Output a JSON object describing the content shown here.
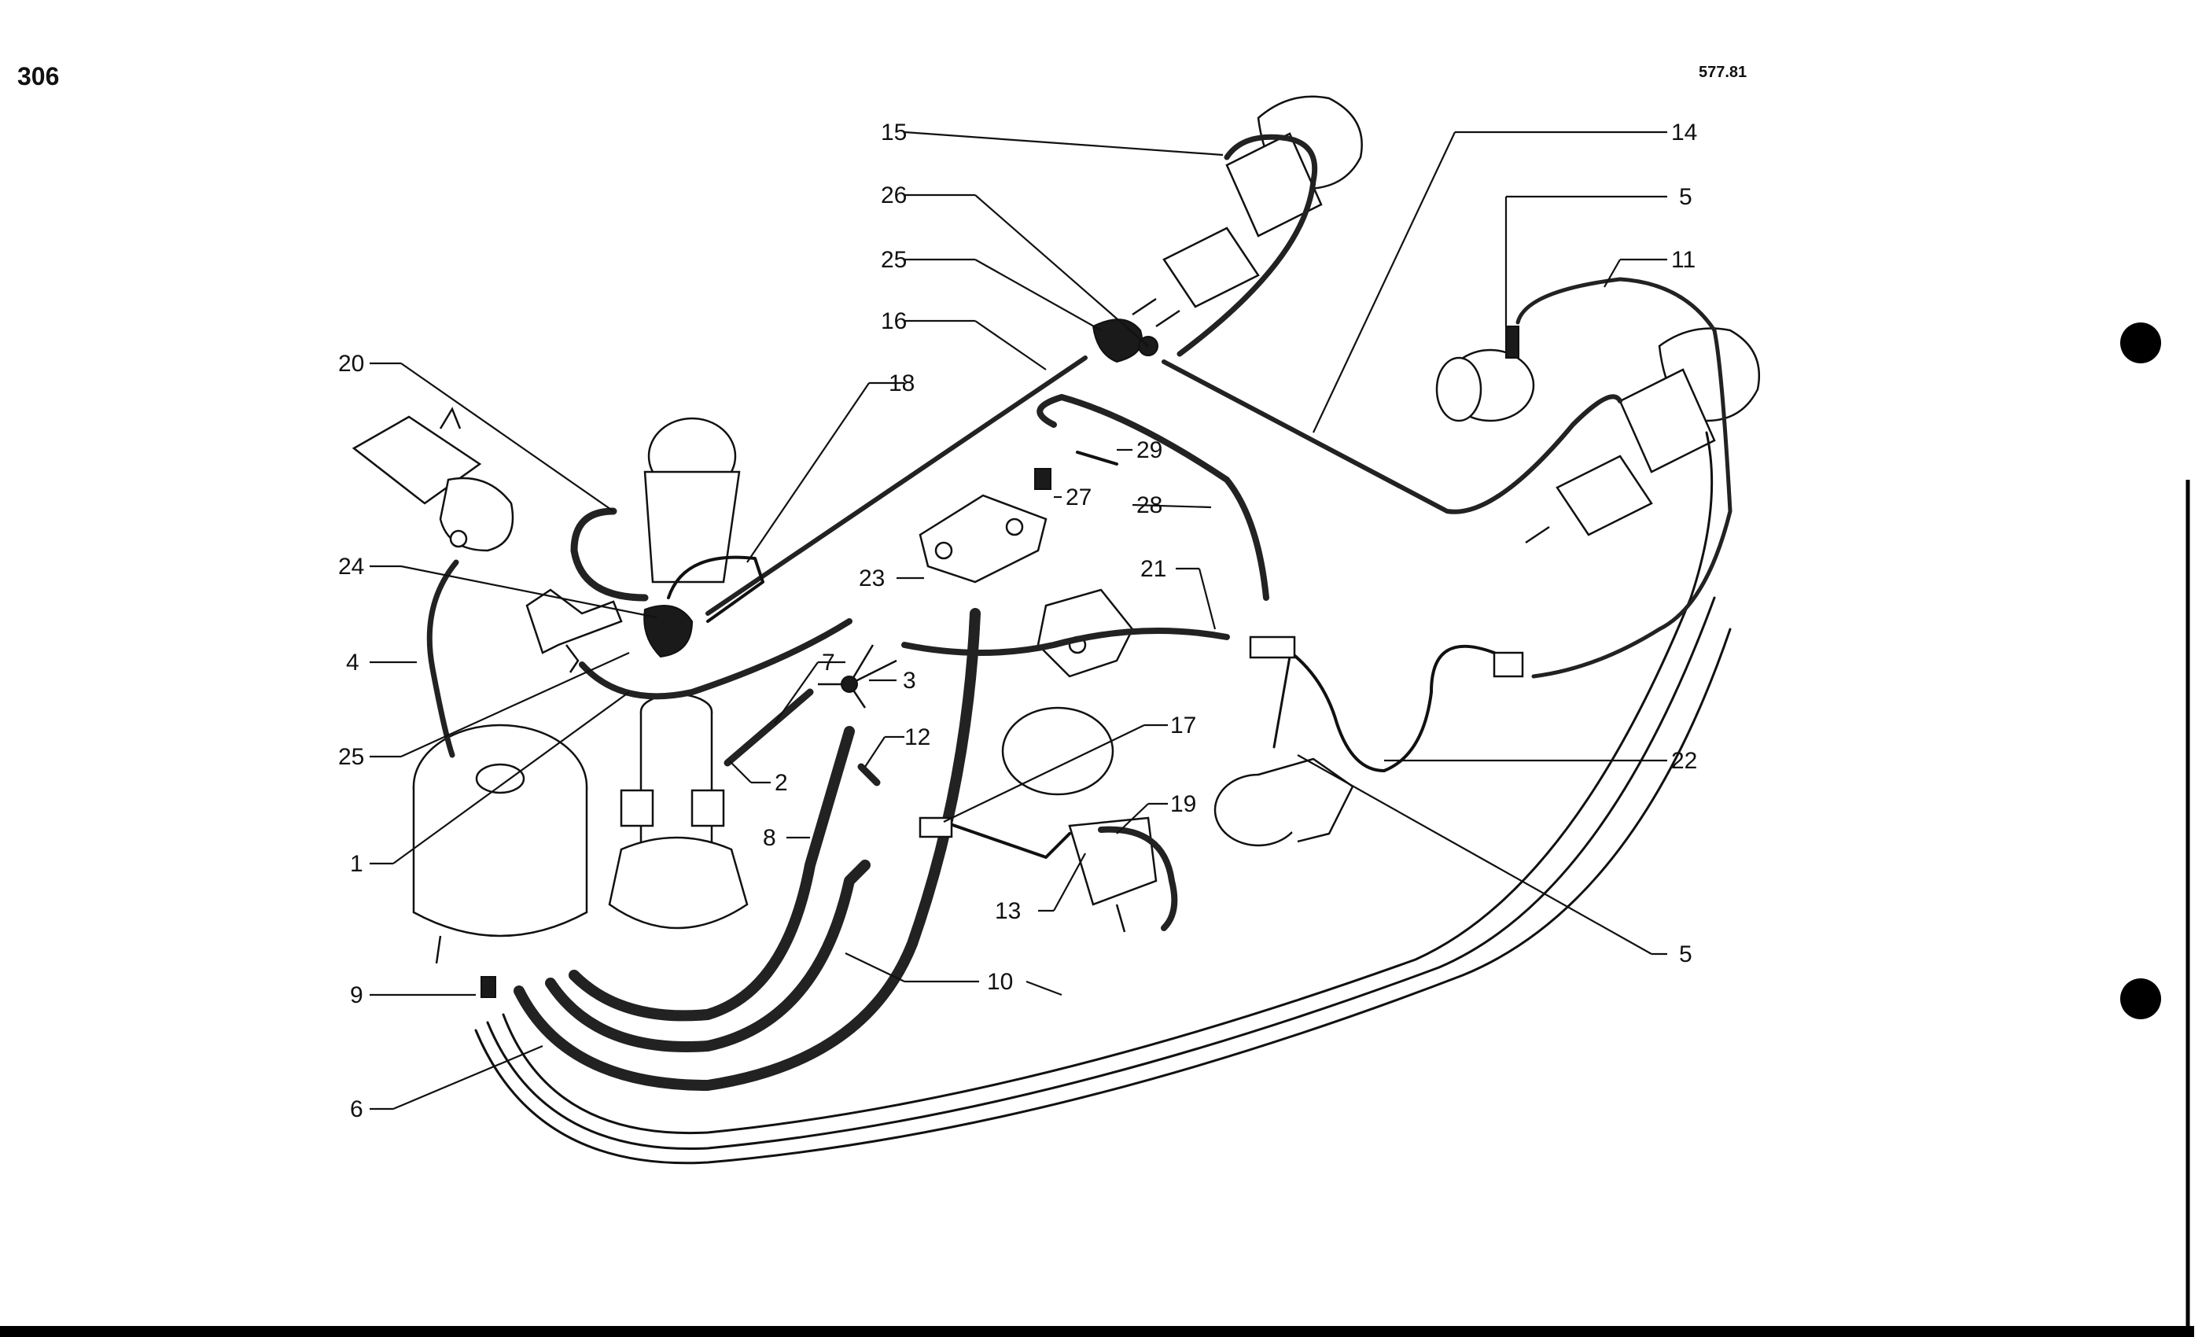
{
  "page": {
    "number": "306",
    "code": "577.81",
    "colors": {
      "ink": "#111111",
      "paper": "#ffffff"
    }
  },
  "callouts": [
    {
      "id": "c1",
      "text": "1"
    },
    {
      "id": "c2",
      "text": "2"
    },
    {
      "id": "c3",
      "text": "3"
    },
    {
      "id": "c4",
      "text": "4"
    },
    {
      "id": "c5a",
      "text": "5"
    },
    {
      "id": "c5b",
      "text": "5"
    },
    {
      "id": "c6",
      "text": "6"
    },
    {
      "id": "c7",
      "text": "7"
    },
    {
      "id": "c8",
      "text": "8"
    },
    {
      "id": "c9",
      "text": "9"
    },
    {
      "id": "c10",
      "text": "10"
    },
    {
      "id": "c11",
      "text": "11"
    },
    {
      "id": "c12",
      "text": "12"
    },
    {
      "id": "c13",
      "text": "13"
    },
    {
      "id": "c14",
      "text": "14"
    },
    {
      "id": "c15",
      "text": "15"
    },
    {
      "id": "c16",
      "text": "16"
    },
    {
      "id": "c17",
      "text": "17"
    },
    {
      "id": "c18",
      "text": "18"
    },
    {
      "id": "c19",
      "text": "19"
    },
    {
      "id": "c20",
      "text": "20"
    },
    {
      "id": "c21",
      "text": "21"
    },
    {
      "id": "c22",
      "text": "22"
    },
    {
      "id": "c23",
      "text": "23"
    },
    {
      "id": "c24",
      "text": "24"
    },
    {
      "id": "c25a",
      "text": "25"
    },
    {
      "id": "c25b",
      "text": "25"
    },
    {
      "id": "c26",
      "text": "26"
    },
    {
      "id": "c27",
      "text": "27"
    },
    {
      "id": "c28",
      "text": "28"
    },
    {
      "id": "c29",
      "text": "29"
    }
  ]
}
